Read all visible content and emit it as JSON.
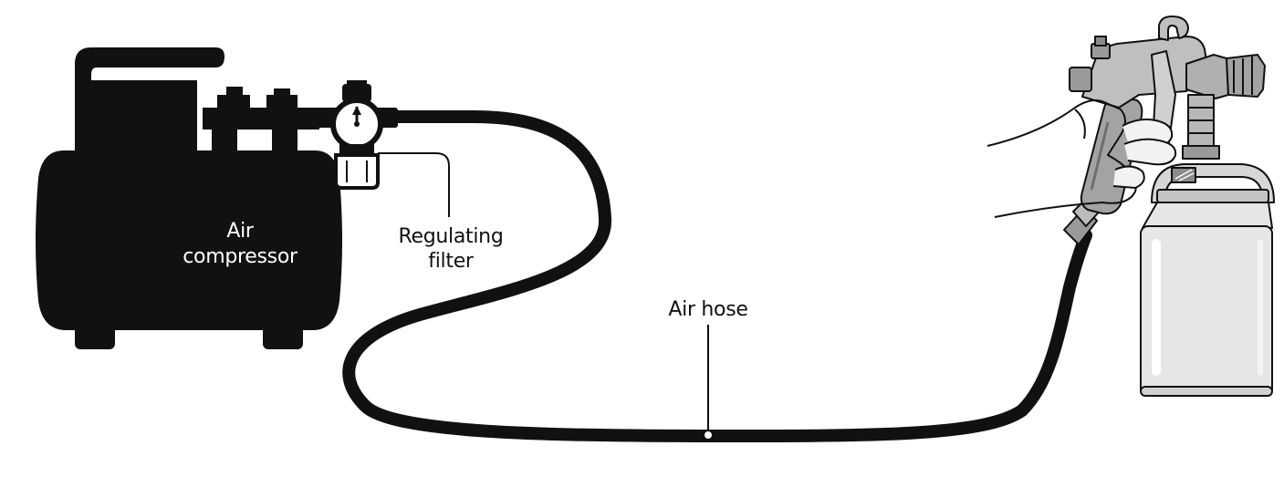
{
  "labels": {
    "compressor_line1": "Air",
    "compressor_line2": "compressor",
    "regulator_line1": "Regulating",
    "regulator_line2": "filter",
    "hose": "Air hose"
  },
  "colors": {
    "ink": "#111111",
    "metal_dark": "#8f8f8f",
    "metal_mid": "#b3b3b3",
    "metal_light": "#d4d4d4",
    "cup": "#e6e6e6",
    "background": "#ffffff"
  }
}
